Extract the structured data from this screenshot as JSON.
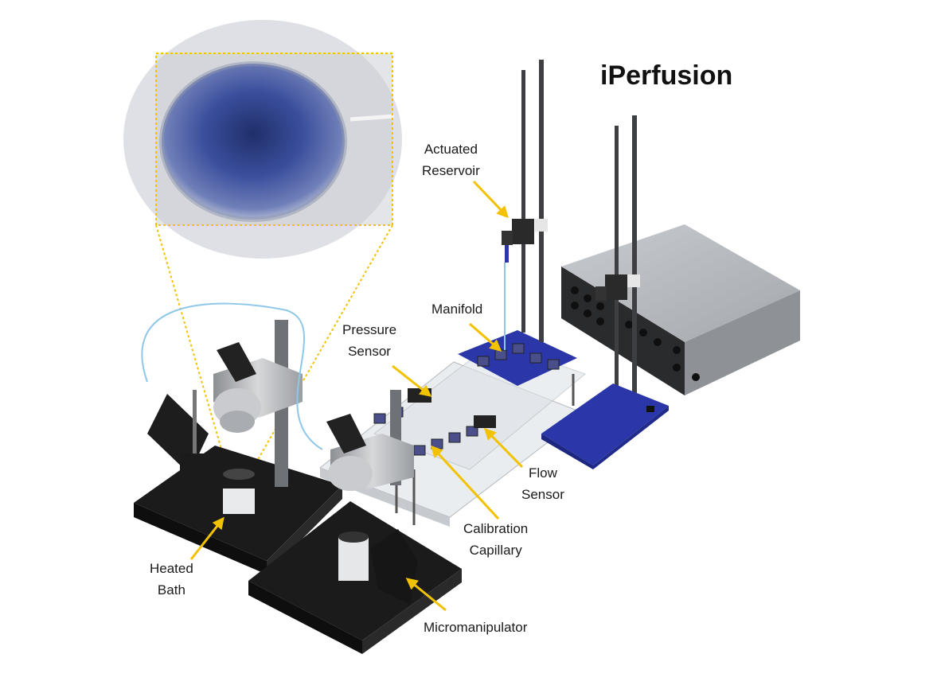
{
  "title": "iPerfusion",
  "labels": {
    "actuated_reservoir": [
      "Actuated",
      "Reservoir"
    ],
    "manifold": [
      "Manifold"
    ],
    "pressure_sensor": [
      "Pressure",
      "Sensor"
    ],
    "flow_sensor": [
      "Flow",
      "Sensor"
    ],
    "calibration_capillary": [
      "Calibration",
      "Capillary"
    ],
    "heated_bath": [
      "Heated",
      "Bath"
    ],
    "micromanipulator": [
      "Micromanipulator"
    ]
  },
  "colors": {
    "callout_arrow": "#f2c200",
    "platform_blue": "#2b37a8",
    "base_black": "#1b1b1b",
    "box_grey": "#b9bcc0",
    "eye_blue": "#3b4e9c"
  }
}
